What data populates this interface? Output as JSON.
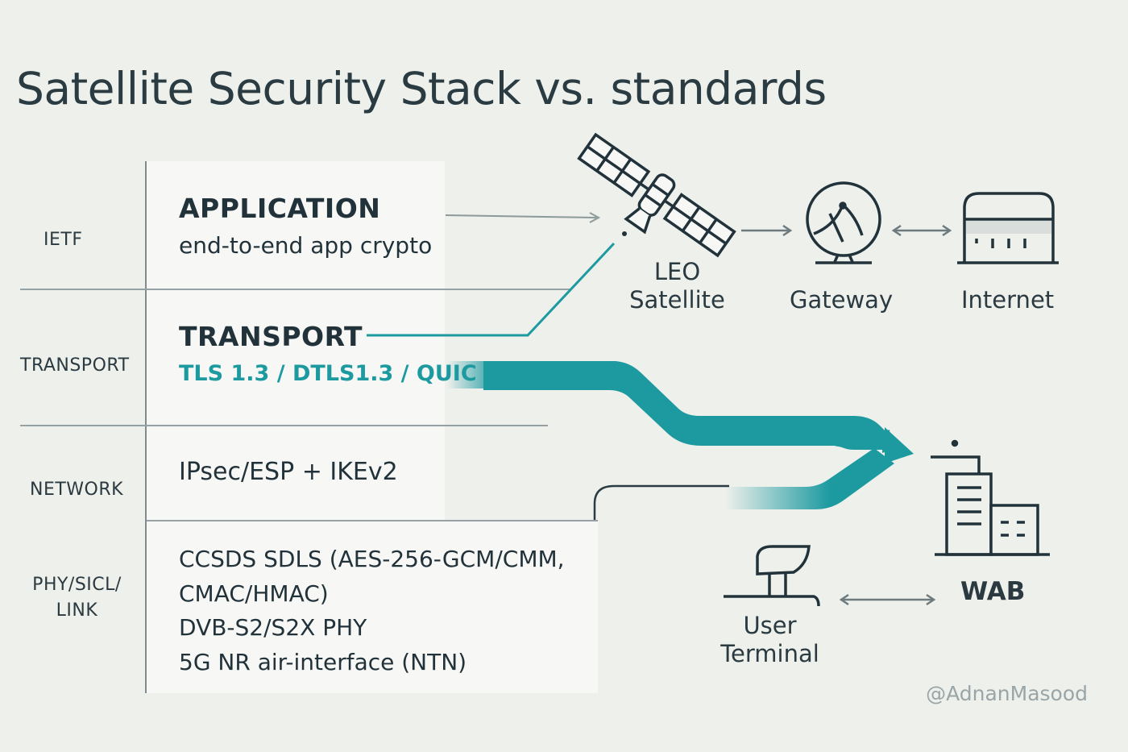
{
  "title": "Satellite Security Stack vs. standards",
  "side_labels": {
    "ietf": "IETF",
    "transport": "TRANSPORT",
    "network": "NETWORK",
    "phy_line1": "PHY/SICL/",
    "phy_line2": "LINK"
  },
  "layers": {
    "application": {
      "title": "APPLICATION",
      "detail": "end-to-end app crypto"
    },
    "transport": {
      "title": "TRANSPORT",
      "detail": "TLS 1.3 / DTLS1.3 / QUIC"
    },
    "network": {
      "detail": "IPsec/ESP + IKEv2"
    },
    "link": {
      "lines": [
        "CCSDS SDLS (AES-256-GCM/CMM,",
        "CMAC/HMAC)",
        "DVB-S2/S2X PHY",
        "5G NR air-interface (NTN)"
      ]
    }
  },
  "nodes": {
    "satellite_line1": "LEO",
    "satellite_line2": "Satellite",
    "gateway": "Gateway",
    "internet": "Internet",
    "user_line1": "User",
    "user_line2": "Terminal",
    "wab": "WAB"
  },
  "credit": "@AdnanMasood",
  "colors": {
    "teal": "#1c9aa0",
    "ink": "#2a3b42",
    "background": "#eef0ec",
    "panel": "#f7f8f5"
  },
  "icons": [
    "satellite-icon",
    "gateway-dish-icon",
    "internet-datacenter-icon",
    "wab-building-icon",
    "user-terminal-icon"
  ]
}
